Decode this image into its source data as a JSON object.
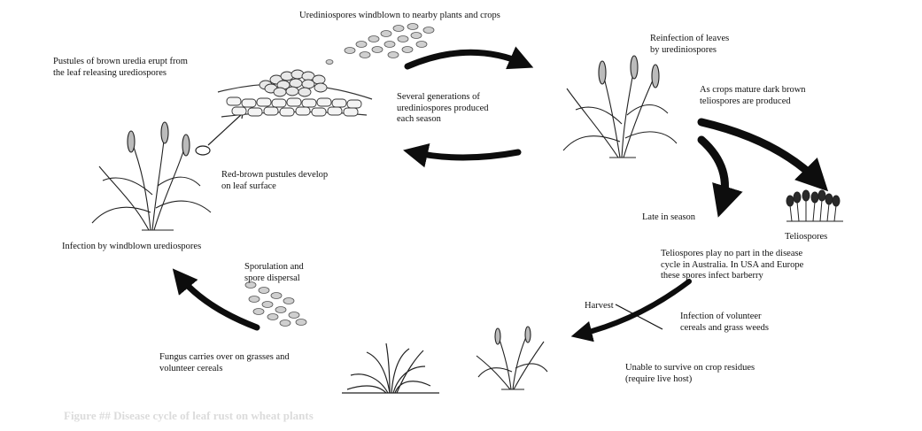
{
  "diagram": {
    "labels": {
      "windblown_nearby": "Urediniospores windblown to nearby plants and crops",
      "reinfection": "Reinfection of leaves\nby urediniospores",
      "pustules_erupt": "Pustules of brown uredia erupt from\nthe leaf releasing urediospores",
      "generations": "Several generations of\nurediniospores produced\neach season",
      "teliospores_produced": "As crops mature dark brown\nteliospores are produced",
      "red_brown": "Red-brown pustules develop\non leaf surface",
      "late_season": "Late in season",
      "teliospores": "Teliospores",
      "infection_windblown": "Infection by windblown urediospores",
      "teliospores_no_part": "Teliospores play no part in the disease\ncycle in Australia. In USA and Europe\nthese spores infect barberry",
      "sporulation": "Sporulation and\nspore dispersal",
      "harvest": "Harvest",
      "volunteer_infection": "Infection of volunteer\ncereals and grass weeds",
      "fungus_carries": "Fungus carries over on grasses and\nvolunteer cereals",
      "unable_survive": "Unable to survive on crop residues\n(require live host)"
    },
    "caption": "Figure ## Disease cycle of leaf rust on wheat plants"
  },
  "colors": {
    "ink": "#111111",
    "arrow": "#0d0d0d",
    "spore": "#8c8c8c",
    "caption": "#9a9a9a"
  }
}
